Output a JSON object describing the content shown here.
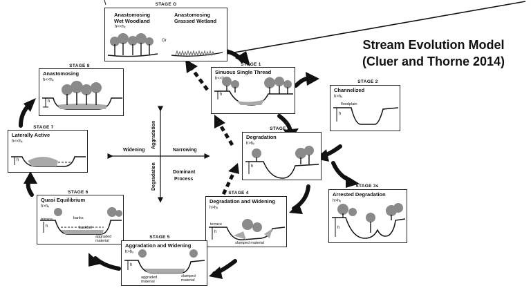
{
  "title_line1": "Stream Evolution Model",
  "title_line2": "(Cluer and Thorne 2014)",
  "stages": {
    "s0": {
      "label": "STAGE O",
      "left_title_1": "Anastomosing",
      "left_title_2": "Wet Woodland",
      "left_sub": "h<<hₓ",
      "right_title_1": "Anastomosing",
      "right_title_2": "Grassed Wetland",
      "or": "Or"
    },
    "s1": {
      "label": "STAGE 1",
      "title": "Sinuous Single Thread",
      "sub": "h<<hₓ"
    },
    "s2": {
      "label": "STAGE 2",
      "title": "Channelized",
      "sub": "h>hₓ",
      "note": "floodplain"
    },
    "s3": {
      "label": "STAGE 3",
      "title": "Degradation",
      "sub": "h>hₓ"
    },
    "s3s": {
      "label": "STAGE 3s",
      "title": "Arrested Degradation",
      "sub": "h>hₓ"
    },
    "s4": {
      "label": "STAGE 4",
      "title": "Degradation and Widening",
      "sub": "h>hₓ",
      "note1": "terrace",
      "note2": "slumped material"
    },
    "s5": {
      "label": "STAGE 5",
      "title": "Aggradation and Widening",
      "sub": "h>hₓ",
      "note1": "aggraded material",
      "note2": "slumped material"
    },
    "s6": {
      "label": "STAGE 6",
      "title": "Quasi Equilibrium",
      "sub": "h>hₓ",
      "note1": "terrace",
      "note2": "banks",
      "note3": "bankfull",
      "note4": "aggraded material"
    },
    "s7": {
      "label": "STAGE 7",
      "title": "Laterally Active",
      "sub": "h<<hₓ"
    },
    "s8": {
      "label": "STAGE 8",
      "title": "Anastomosing",
      "sub": "h<<hₓ"
    }
  },
  "axes": {
    "aggradation": "Aggradation",
    "degradation": "Degradation",
    "widening": "Widening",
    "narrowing": "Narrowing",
    "dominant": "Dominant",
    "process": "Process"
  },
  "h_label": "h",
  "colors": {
    "ink": "#111111",
    "tree": "#8a8a8a",
    "sediment": "#a9a9a9"
  }
}
